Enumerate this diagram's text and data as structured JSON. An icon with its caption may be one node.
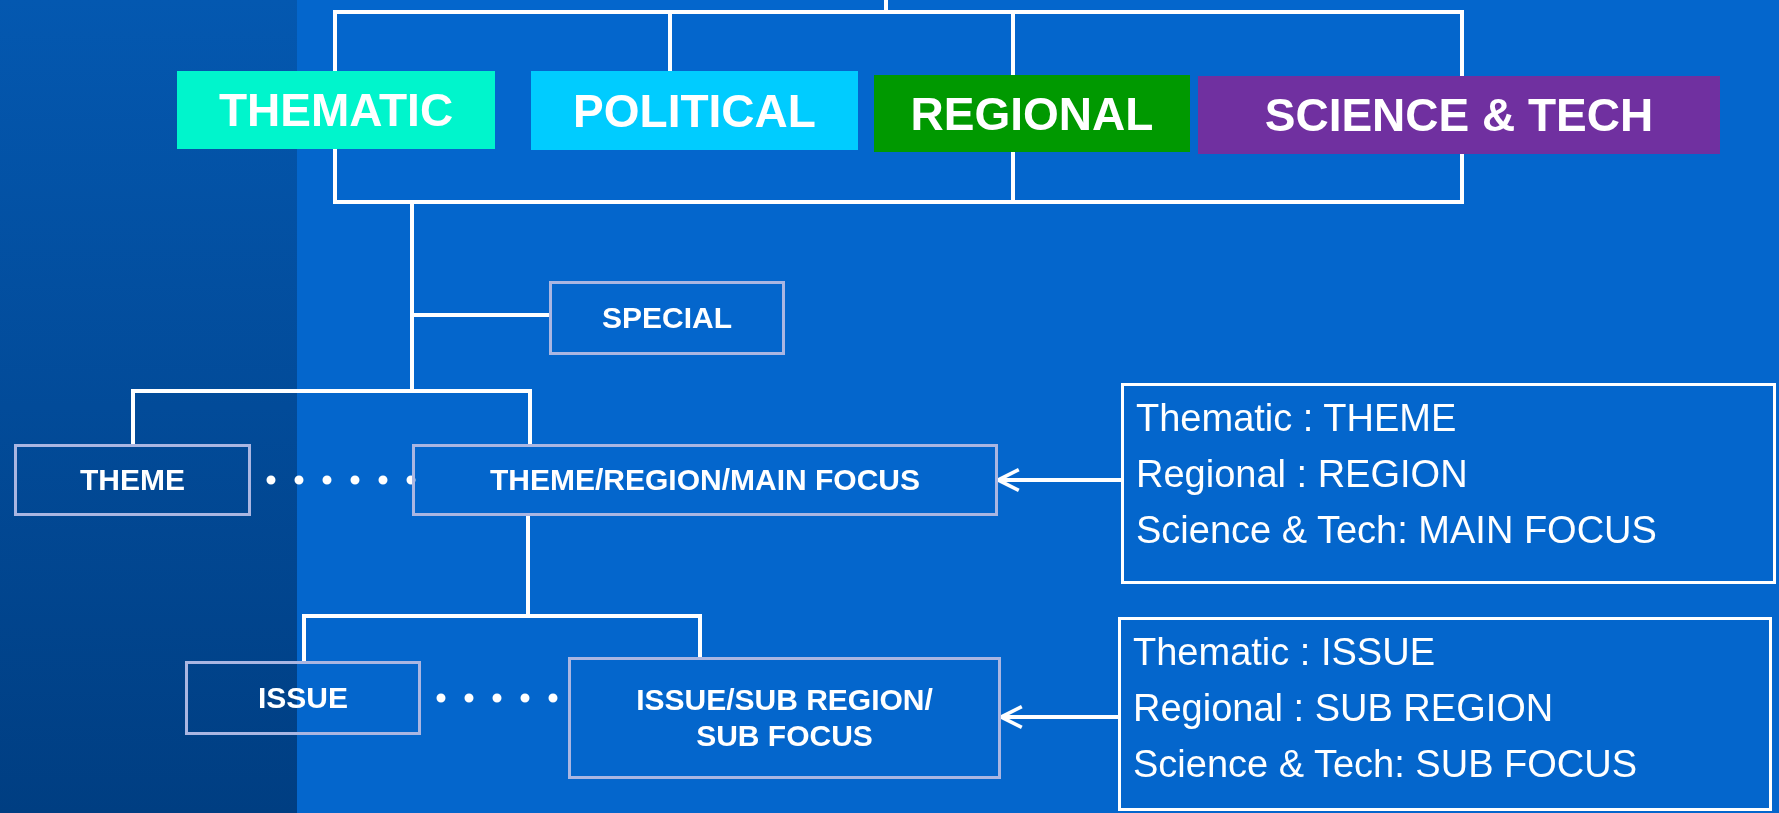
{
  "diagram": {
    "nodes": [
      {
        "text": [
          "THEMATIC"
        ]
      },
      {
        "text": [
          "POLITICAL"
        ]
      },
      {
        "text": [
          "REGIONAL"
        ]
      },
      {
        "text": [
          "SCIENCE & TECH"
        ]
      },
      {
        "text": [
          "SPECIAL"
        ]
      },
      {
        "text": [
          "THEME"
        ]
      },
      {
        "text": [
          "THEME/REGION/MAIN FOCUS"
        ]
      },
      {
        "text": [
          "Thematic : THEME",
          "Regional : REGION",
          "Science & Tech: MAIN FOCUS"
        ]
      },
      {
        "text": [
          "ISSUE"
        ]
      },
      {
        "text": [
          "ISSUE/SUB REGION/ SUB FOCUS"
        ]
      },
      {
        "text": [
          "Thematic : ISSUE",
          "Regional : SUB REGION",
          "Science & Tech: SUB FOCUS"
        ]
      }
    ],
    "edges": [
      {
        "from": null,
        "to": 0,
        "arrow": "none"
      },
      {
        "from": null,
        "to": 1,
        "arrow": "none"
      },
      {
        "from": null,
        "to": 2,
        "arrow": "none"
      },
      {
        "from": null,
        "to": 3,
        "arrow": "none"
      },
      {
        "from": 0,
        "to": 4,
        "arrow": "none"
      },
      {
        "from": 0,
        "to": 5,
        "arrow": "none"
      },
      {
        "from": 0,
        "to": 6,
        "arrow": "none"
      },
      {
        "from": 2,
        "to": 4,
        "arrow": "none"
      },
      {
        "from": 2,
        "to": 5,
        "arrow": "none"
      },
      {
        "from": 2,
        "to": 6,
        "arrow": "none"
      },
      {
        "from": 3,
        "to": 4,
        "arrow": "none"
      },
      {
        "from": 3,
        "to": 5,
        "arrow": "none"
      },
      {
        "from": 3,
        "to": 6,
        "arrow": "none"
      },
      {
        "from": 5,
        "to": 6,
        "arrow": "none",
        "style": "dashed"
      },
      {
        "from": 7,
        "to": 6,
        "arrow": "to"
      },
      {
        "from": 6,
        "to": 8,
        "arrow": "none"
      },
      {
        "from": 6,
        "to": 9,
        "arrow": "none"
      },
      {
        "from": 8,
        "to": 9,
        "arrow": "none",
        "style": "dashed"
      },
      {
        "from": 10,
        "to": 9,
        "arrow": "to"
      }
    ]
  }
}
